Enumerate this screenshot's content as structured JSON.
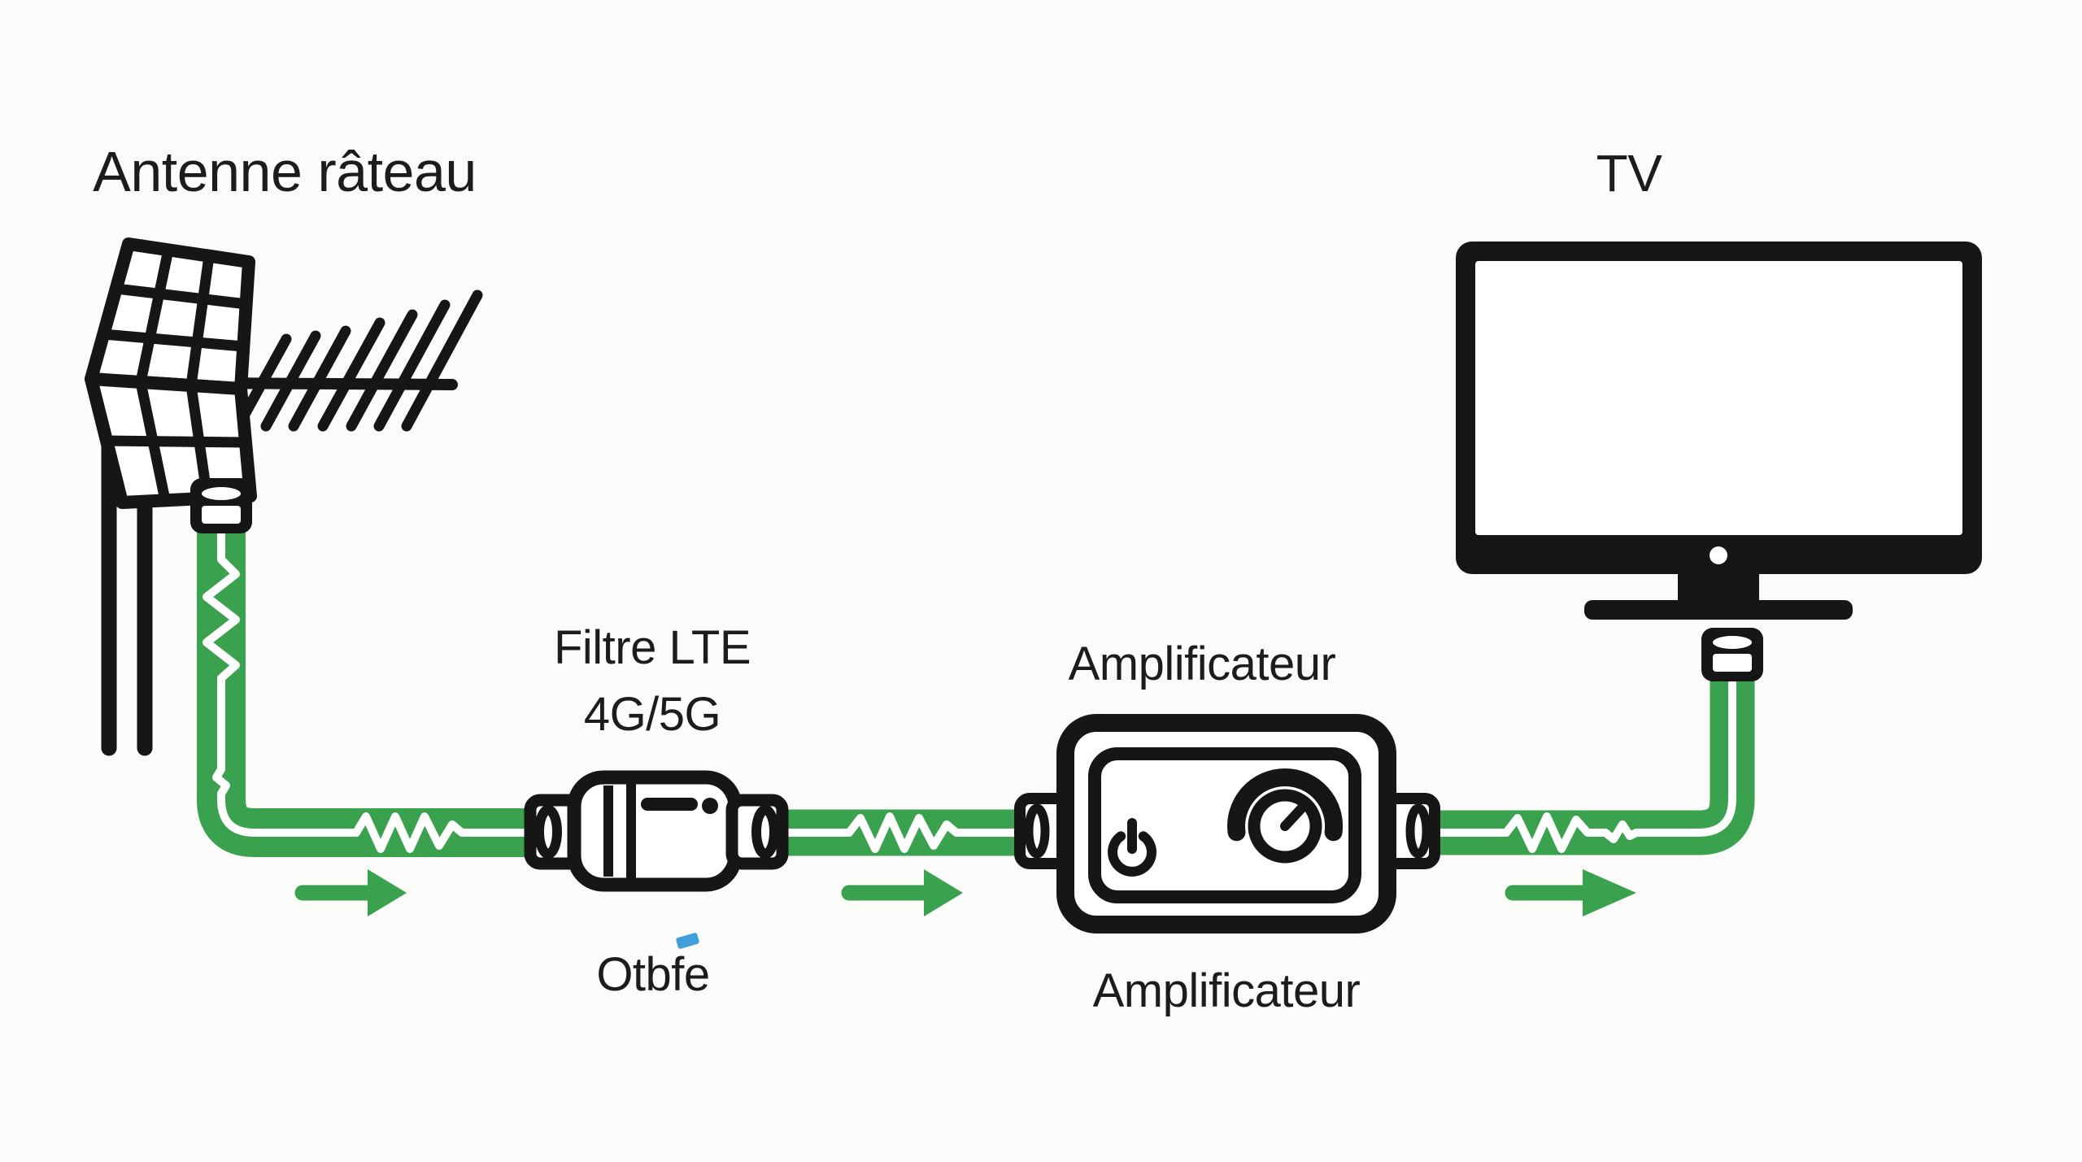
{
  "labels": {
    "antenna": "Antenne râteau",
    "tv": "TV",
    "filter": "Filtre LTE\n4G/5G",
    "amplifier_top": "Amplificateur",
    "cable": "Otbfe",
    "amplifier_bottom": "Amplificateur"
  },
  "colors": {
    "ink": "#161616",
    "cable_green": "#3aa24f",
    "accent_blue": "#3f9fd8",
    "background": "#fbfbf9",
    "text": "#1c1c1c"
  },
  "icons": {
    "antenna": "yagi-antenna-icon",
    "tv": "tv-icon",
    "filter": "inline-lte-filter-icon",
    "amplifier": "amplifier-box-icon",
    "power": "power-icon",
    "gain": "gain-knob-icon",
    "connector": "f-connector-icon",
    "cable": "coaxial-cable",
    "arrow": "signal-flow-arrow"
  },
  "flow": {
    "direction": "left-to-right",
    "arrow_count": 3
  }
}
